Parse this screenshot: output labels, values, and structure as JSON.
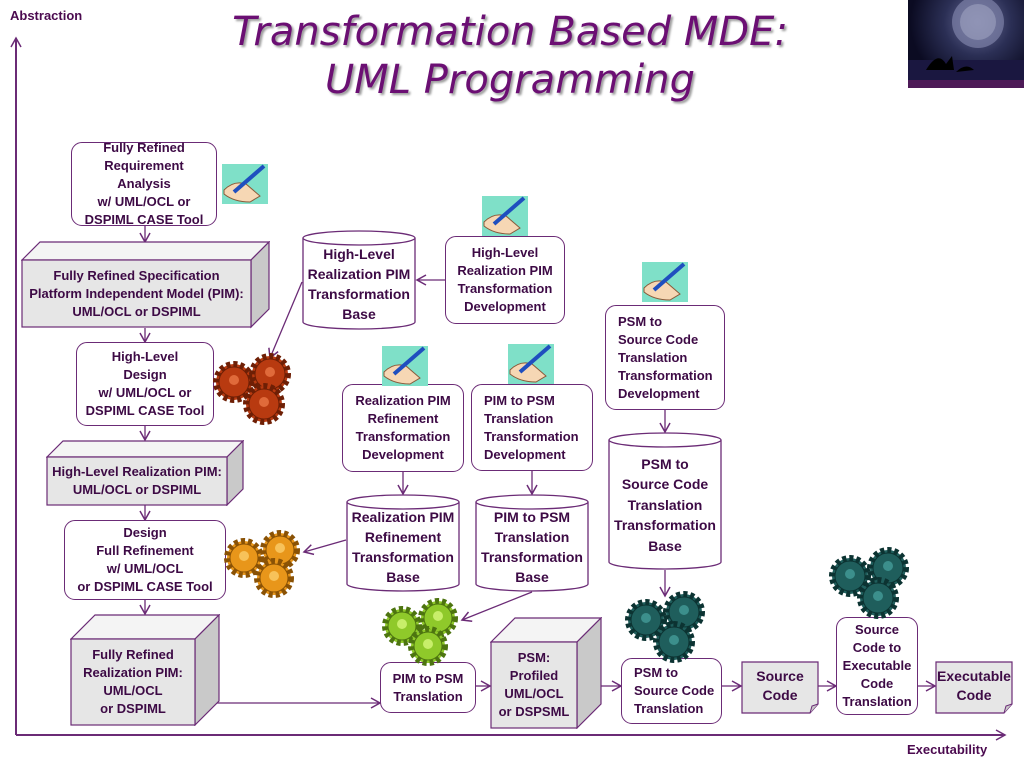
{
  "title": {
    "line1": "Transformation Based MDE:",
    "line2": "UML Programming"
  },
  "axes": {
    "y_label": "Abstraction",
    "x_label": "Executability"
  },
  "colors": {
    "accent": "#6b0f73",
    "arrow": "#6b2b76",
    "gear_red": "#b83a10",
    "gear_orange": "#e8961a",
    "gear_green": "#8fc92a",
    "gear_teal": "#1f5e5c"
  },
  "nodes": {
    "req_analysis": "Fully Refined\nRequirement Analysis\nw/ UML/OCL or\nDSPIML CASE Tool",
    "spec_pim": "Fully Refined Specification\nPlatform Independent Model (PIM):\nUML/OCL or DSPIML",
    "hl_design": "High-Level\nDesign\nw/ UML/OCL or\nDSPIML CASE Tool",
    "hl_real_pim": "High-Level Realization PIM:\nUML/OCL or DSPIML",
    "design_full": "Design\nFull Refinement\nw/ UML/OCL\nor DSPIML CASE Tool",
    "fr_real_pim": "Fully Refined\nRealization PIM:\nUML/OCL\nor DSPIML",
    "hl_trans_base": "High-Level\nRealization PIM\nTransformation\nBase",
    "hl_trans_dev": "High-Level\nRealization PIM\nTransformation\nDevelopment",
    "rpim_ref_dev": "Realization PIM\nRefinement\nTransformation\nDevelopment",
    "pim_psm_dev": "PIM to PSM\nTranslation\nTransformation\nDevelopment",
    "psm_src_dev": "PSM to\nSource Code\nTranslation\nTransformation\nDevelopment",
    "rpim_ref_base": "Realization PIM\nRefinement\nTransformation\nBase",
    "pim_psm_base": "PIM to PSM\nTranslation\nTransformation\nBase",
    "psm_src_base": "PSM to\nSource Code\nTranslation\nTransformation\nBase",
    "pim_psm_trans": "PIM to PSM\nTranslation",
    "psm_profiled": "PSM:\nProfiled\nUML/OCL\nor DSPSML",
    "psm_src_trans": "PSM to\nSource Code\nTranslation",
    "source_code": "Source\nCode",
    "src_exec_trans": "Source\nCode to\nExecutable\nCode\nTranslation",
    "exec_code": "Executable\nCode"
  },
  "icons": [
    "hand-writing-icon",
    "gear-cluster-icon",
    "photo-thumbnail"
  ]
}
